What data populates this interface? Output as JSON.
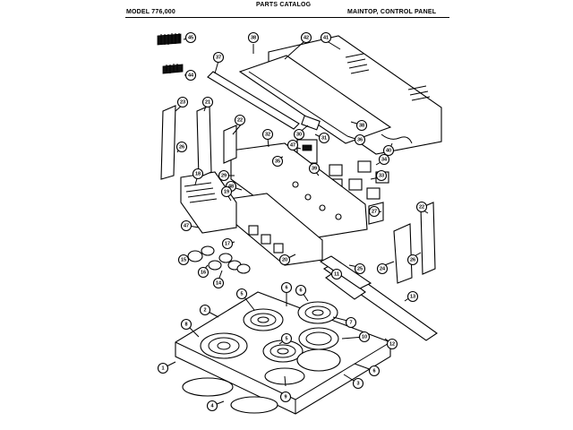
{
  "header": {
    "model": "MODEL 776,000",
    "catalog": "PARTS CATALOG",
    "section": "MAINTOP, CONTROL PANEL"
  },
  "callouts": [
    {
      "id": "c45",
      "label": "45"
    },
    {
      "id": "c44",
      "label": "44"
    },
    {
      "id": "c38a",
      "label": "38"
    },
    {
      "id": "c42",
      "label": "42"
    },
    {
      "id": "c41",
      "label": "41"
    },
    {
      "id": "c37",
      "label": "37"
    },
    {
      "id": "c23",
      "label": "23"
    },
    {
      "id": "c21",
      "label": "21"
    },
    {
      "id": "c22",
      "label": "22"
    },
    {
      "id": "c26a",
      "label": "26"
    },
    {
      "id": "c30",
      "label": "30"
    },
    {
      "id": "c31",
      "label": "31"
    },
    {
      "id": "c38b",
      "label": "38"
    },
    {
      "id": "c36",
      "label": "36"
    },
    {
      "id": "c40",
      "label": "40"
    },
    {
      "id": "c32",
      "label": "32"
    },
    {
      "id": "c47a",
      "label": "47"
    },
    {
      "id": "c35",
      "label": "35"
    },
    {
      "id": "c18",
      "label": "18"
    },
    {
      "id": "c29",
      "label": "29"
    },
    {
      "id": "c39",
      "label": "39"
    },
    {
      "id": "c34",
      "label": "34"
    },
    {
      "id": "c33",
      "label": "33"
    },
    {
      "id": "c48",
      "label": "48"
    },
    {
      "id": "c19",
      "label": "19"
    },
    {
      "id": "c27",
      "label": "27"
    },
    {
      "id": "c22b",
      "label": "22"
    },
    {
      "id": "c47b",
      "label": "47"
    },
    {
      "id": "c17",
      "label": "17"
    },
    {
      "id": "c20",
      "label": "20"
    },
    {
      "id": "c15",
      "label": "15"
    },
    {
      "id": "c16",
      "label": "16"
    },
    {
      "id": "c14",
      "label": "14"
    },
    {
      "id": "c24",
      "label": "24"
    },
    {
      "id": "c25",
      "label": "25"
    },
    {
      "id": "c26b",
      "label": "26"
    },
    {
      "id": "c11",
      "label": "11"
    },
    {
      "id": "c13",
      "label": "13"
    },
    {
      "id": "c6a",
      "label": "6"
    },
    {
      "id": "c5a",
      "label": "5"
    },
    {
      "id": "c6b",
      "label": "6"
    },
    {
      "id": "c8",
      "label": "8"
    },
    {
      "id": "c2",
      "label": "2"
    },
    {
      "id": "c7",
      "label": "7"
    },
    {
      "id": "c10",
      "label": "10"
    },
    {
      "id": "c12",
      "label": "12"
    },
    {
      "id": "c9",
      "label": "9"
    },
    {
      "id": "c1",
      "label": "1"
    },
    {
      "id": "c4",
      "label": "4"
    },
    {
      "id": "c3",
      "label": "3"
    },
    {
      "id": "c6c",
      "label": "6"
    },
    {
      "id": "c5b",
      "label": "5"
    }
  ]
}
